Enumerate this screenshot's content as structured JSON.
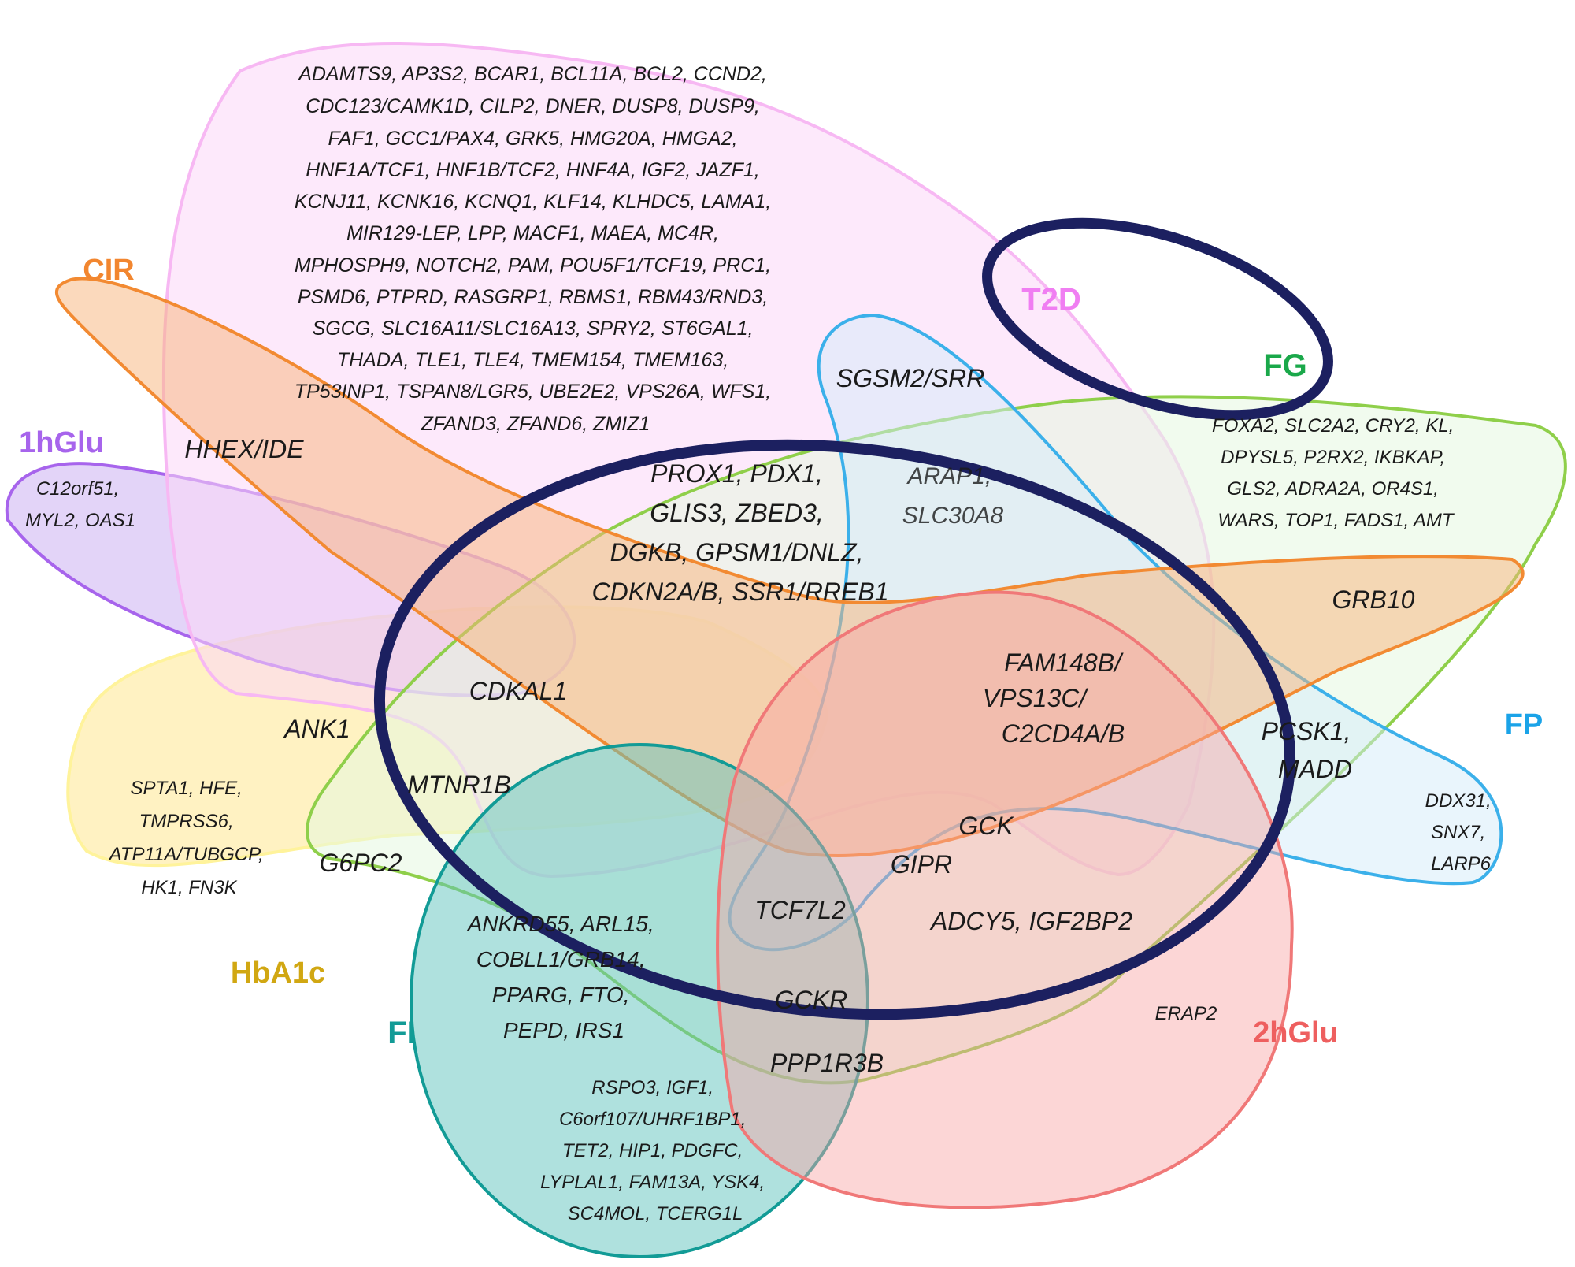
{
  "set_labels": {
    "cir": "CIR",
    "t2d": "T2D",
    "fg": "FG",
    "one_h_glu": "1hGlu",
    "fp": "FP",
    "hba1c": "HbA1c",
    "fi": "FI",
    "two_h_glu": "2hGlu"
  },
  "colors": {
    "cir": "#f2862f",
    "t2d": "#f07ef2",
    "fg": "#1aa84a",
    "one_h_glu": "#a764ec",
    "fp": "#1aa3e8",
    "hba1c": "#d1a712",
    "fi": "#129b96",
    "two_h_glu": "#ee5f5f",
    "highlight_ring": "#1c2060"
  },
  "gene_groups": {
    "t2d_only": [
      "ADAMTS9, AP3S2, BCAR1, BCL11A, BCL2, CCND2,",
      "CDC123/CAMK1D, CILP2, DNER, DUSP8, DUSP9,",
      "FAF1, GCC1/PAX4, GRK5, HMG20A, HMGA2,",
      "HNF1A/TCF1, HNF1B/TCF2, HNF4A, IGF2, JAZF1,",
      "KCNJ11, KCNK16, KCNQ1, KLF14, KLHDC5, LAMA1,",
      "MIR129-LEP, LPP, MACF1, MAEA, MC4R,",
      "MPHOSPH9, NOTCH2, PAM, POU5F1/TCF19, PRC1,",
      "PSMD6, PTPRD, RASGRP1, RBMS1, RBM43/RND3,",
      "SGCG, SLC16A11/SLC16A13, SPRY2, ST6GAL1,",
      "THADA, TLE1, TLE4, TMEM154, TMEM163,",
      "TP53INP1, TSPAN8/LGR5, UBE2E2, VPS26A, WFS1,",
      "ZFAND3, ZFAND6, ZMIZ1"
    ],
    "fg_only": [
      "FOXA2, SLC2A2, CRY2, KL,",
      "DPYSL5, P2RX2, IKBKAP,",
      "GLS2, ADRA2A, OR4S1,",
      "WARS, TOP1, FADS1, AMT"
    ],
    "one_h_glu_only": [
      "C12orf51,",
      "MYL2, OAS1"
    ],
    "hba1c_only": [
      "SPTA1, HFE,",
      "TMPRSS6,",
      "ATP11A/TUBGCP,",
      "HK1, FN3K"
    ],
    "fp_only": [
      "DDX31,",
      "SNX7,",
      "LARP6"
    ],
    "fi_only": [
      "RSPO3, IGF1,",
      "C6orf107/UHRF1BP1,",
      "TET2, HIP1, PDGFC,",
      "LYPLAL1, FAM13A, YSK4,",
      "SC4MOL, TCERG1L"
    ],
    "t2d_fg_core": [
      "PROX1, PDX1,",
      "GLIS3, ZBED3,",
      "DGKB, GPSM1/DNLZ,",
      "CDKN2A/B, SSR1/RREB1"
    ],
    "arap1": [
      "ARAP1,",
      "SLC30A8"
    ],
    "fam148b": [
      "FAM148B/",
      "VPS13C/",
      "C2CD4A/B"
    ],
    "pcsk1": [
      "PCSK1,",
      "MADD"
    ],
    "fi_t2d": [
      "ANKRD55, ARL15,",
      "COBLL1/GRB14,",
      "PPARG, FTO,",
      "PEPD, IRS1"
    ],
    "sgsm2": "SGSM2/SRR",
    "hhex": "HHEX/IDE",
    "grb10": "GRB10",
    "cdkal1": "CDKAL1",
    "ank1": "ANK1",
    "mtnr1b": "MTNR1B",
    "gck": "GCK",
    "gipr": "GIPR",
    "g6pc2": "G6PC2",
    "tcf7l2": "TCF7L2",
    "adcy5": "ADCY5, IGF2BP2",
    "gckr": "GCKR",
    "ppp1r3b": "PPP1R3B",
    "erap2": "ERAP2"
  }
}
